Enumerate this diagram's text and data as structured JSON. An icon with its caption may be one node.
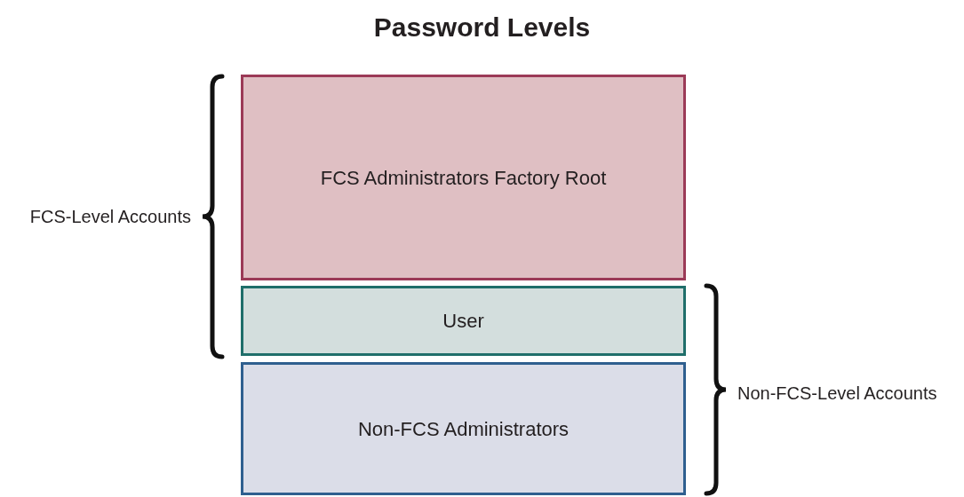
{
  "diagram": {
    "title": "Password Levels",
    "nodes": [
      {
        "text": [
          "FCS Administrators Factory Root"
        ]
      },
      {
        "text": [
          "User"
        ]
      },
      {
        "text": [
          "Non-FCS Administrators"
        ]
      }
    ],
    "labels": [
      "FCS-Level Accounts",
      "Non-FCS-Level Accounts"
    ]
  }
}
